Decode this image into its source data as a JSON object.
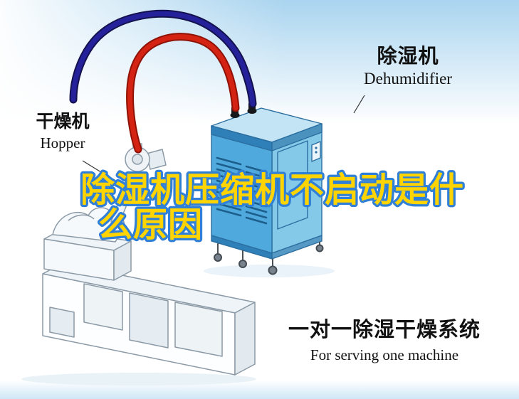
{
  "title": {
    "line1": "除湿机压缩机不启动是什",
    "line2": "么原因",
    "fill_color": "#ffd400",
    "outline_color": "#3080d8"
  },
  "labels": {
    "dehumidifier_cn": "除湿机",
    "dehumidifier_en": "Dehumidifier",
    "hopper_cn": "干燥机",
    "hopper_en": "Hopper",
    "footer_cn": "一对一除湿干燥系统",
    "footer_en": "For serving one machine"
  },
  "scene": {
    "background": {
      "top_band": "#a9d4ef",
      "bottom_band": "#cfe7f7"
    },
    "dehumidifier_machine": {
      "front_color": "#4fa9dc",
      "side_color": "#85c9e9",
      "top_color": "#c2e4f5",
      "rim_color": "#2f7fb8",
      "vent_color": "#1d5e8c"
    },
    "hopper_machine": {
      "line_color": "#8b9aa6",
      "body_color": "#fdfeff",
      "shade_color": "#e2eaef"
    },
    "pipes": {
      "red_outer": "#8f1206",
      "red_inner": "#d42313",
      "blue_outer": "#14124e",
      "blue_inner": "#25219b"
    }
  }
}
